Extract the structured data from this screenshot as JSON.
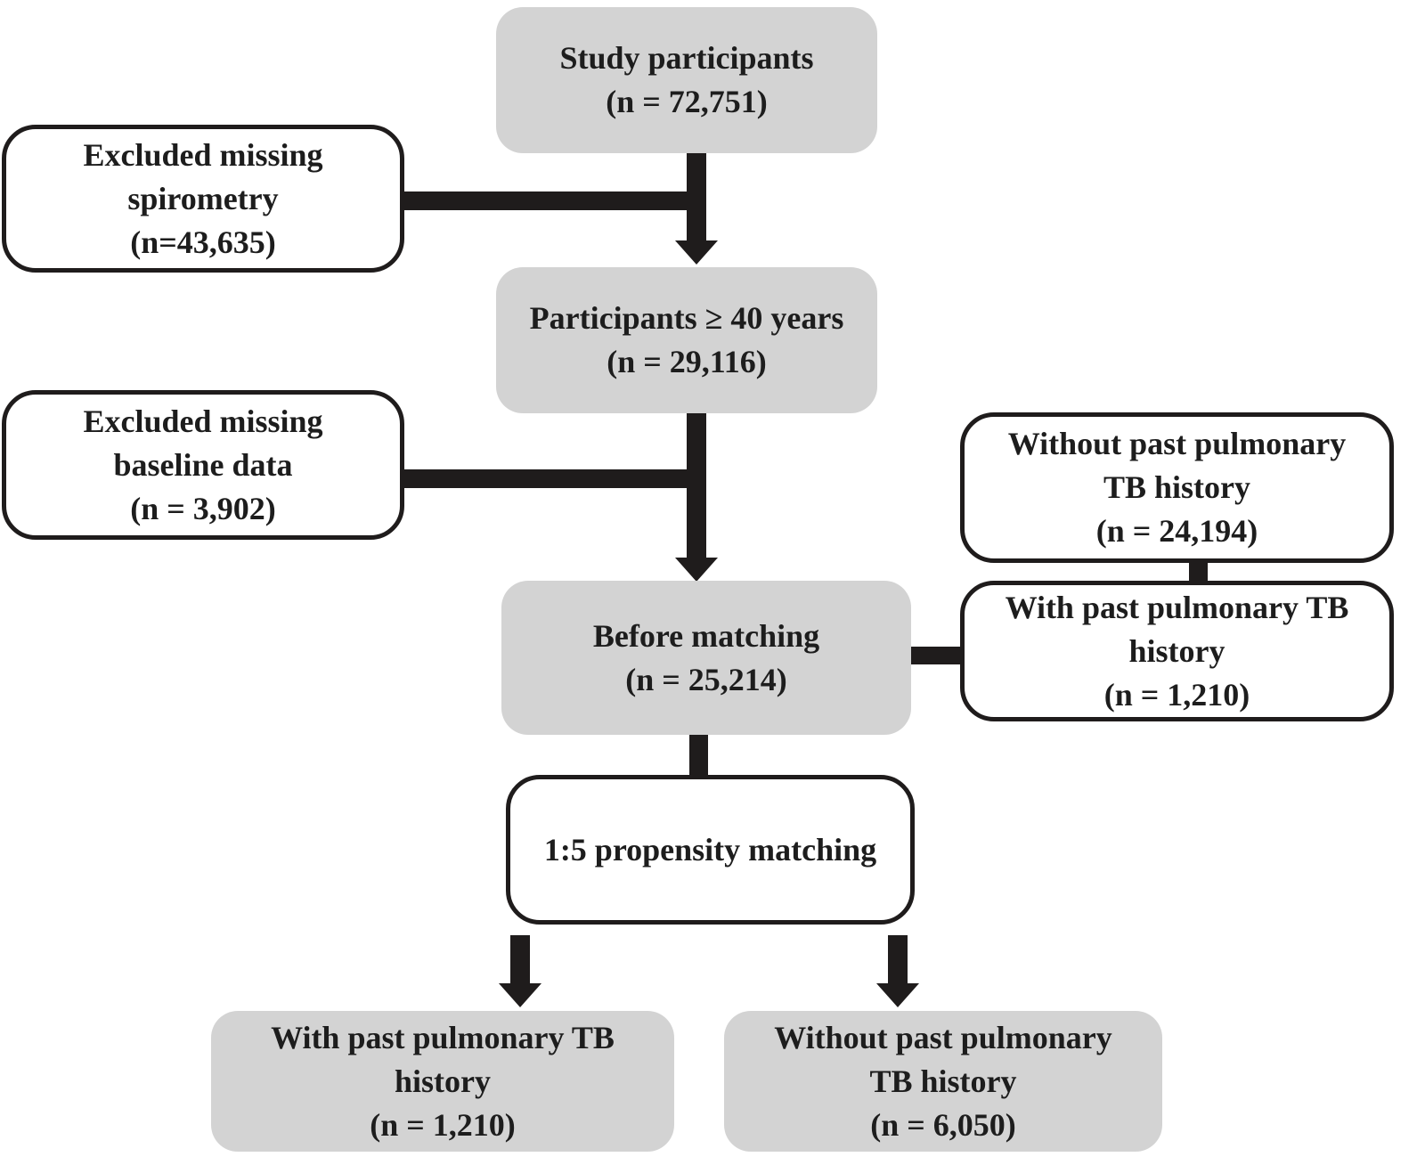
{
  "diagram": {
    "type": "flowchart",
    "description": "Study participant selection and propensity matching flow diagram",
    "colors": {
      "node_fill_gray": "#d3d3d3",
      "node_fill_white": "#ffffff",
      "node_border": "#1f1c1c",
      "connector": "#1f1c1c",
      "text": "#1d1d1d",
      "background": "#ffffff"
    },
    "nodes": {
      "study_participants": {
        "lines": [
          "Study participants",
          "(n = 72,751)"
        ]
      },
      "excluded_spirometry": {
        "lines": [
          "Excluded missing",
          "spirometry",
          "(n=43,635)"
        ]
      },
      "participants_ge_40": {
        "lines": [
          "Participants ≥ 40 years",
          "(n = 29,116)"
        ]
      },
      "excluded_baseline": {
        "lines": [
          "Excluded missing",
          "baseline data",
          "(n = 3,902)"
        ]
      },
      "without_tb_unmatched": {
        "lines": [
          "Without past pulmonary",
          "TB history",
          "(n = 24,194)"
        ]
      },
      "before_matching": {
        "lines": [
          "Before matching",
          "(n = 25,214)"
        ]
      },
      "with_tb_unmatched": {
        "lines": [
          "With past pulmonary TB",
          "history",
          "(n = 1,210)"
        ]
      },
      "propensity_matching": {
        "lines": [
          "1:5 propensity matching"
        ]
      },
      "with_tb_matched": {
        "lines": [
          "With past pulmonary TB",
          "history",
          "(n = 1,210)"
        ]
      },
      "without_tb_matched": {
        "lines": [
          "Without past pulmonary",
          "TB history",
          "(n = 6,050)"
        ]
      }
    }
  }
}
